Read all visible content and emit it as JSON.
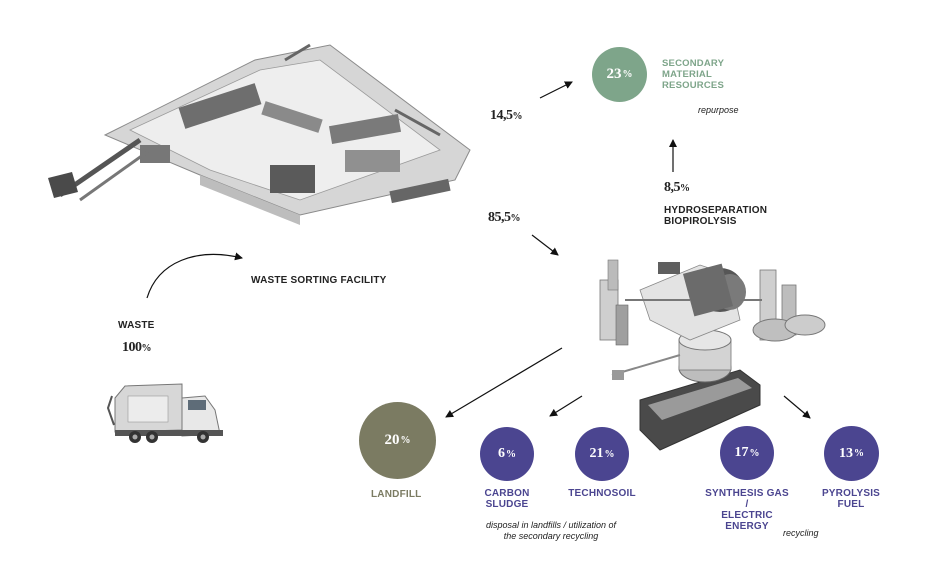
{
  "labels": {
    "waste": "WASTE",
    "facility": "WASTE SORTING FACILITY",
    "secondary_line1": "SECONDARY",
    "secondary_line2": "MATERIAL",
    "secondary_line3": "RESOURCES",
    "repurpose": "repurpose",
    "hydro_line1": "HYDROSEPARATION",
    "hydro_line2": "BIOPIROLYSIS",
    "landfill": "LANDFILL",
    "carbon_line1": "CARBON",
    "carbon_line2": "SLUDGE",
    "technosoil": "TECHNOSOIL",
    "synth_line1": "SYNTHESIS GAS",
    "synth_line2": "/",
    "synth_line3": "ELECTRIC",
    "synth_line4": "ENERGY",
    "pyro_line1": "PYROLYSIS",
    "pyro_line2": "FUEL",
    "disposal_line1": "disposal in landfills / utilization of",
    "disposal_line2": "the secondary recycling",
    "recycling": "recycling"
  },
  "flows": {
    "waste_num": "100",
    "to_secondary_num": "14,5",
    "to_plant_num": "85,5",
    "hydro_num": "8,5",
    "unit": "%"
  },
  "circles": {
    "secondary": {
      "num": "23",
      "unit": "%",
      "color": "#7ea58a"
    },
    "landfill": {
      "num": "20",
      "unit": "%",
      "color": "#7b7b62"
    },
    "carbon": {
      "num": "6",
      "unit": "%",
      "color": "#4b4590"
    },
    "technosoil": {
      "num": "21",
      "unit": "%",
      "color": "#4b4590"
    },
    "synthesis": {
      "num": "17",
      "unit": "%",
      "color": "#4b4590"
    },
    "pyrolysis": {
      "num": "13",
      "unit": "%",
      "color": "#4b4590"
    }
  },
  "colors": {
    "secondary_text": "#7ea58a",
    "purple_text": "#4b4590",
    "landfill_text": "#7b7b62"
  }
}
